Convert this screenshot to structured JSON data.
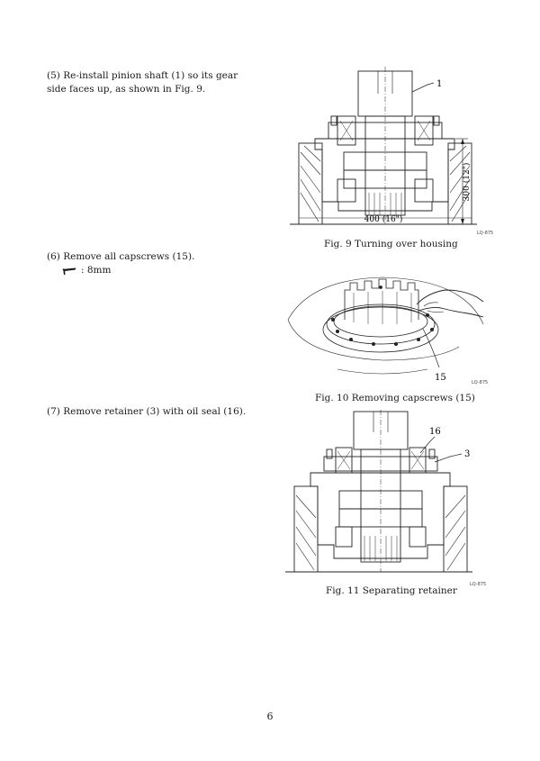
{
  "steps": [
    {
      "text": "(5) Re-install pinion shaft (1) so its gear side faces up, as shown in Fig. 9."
    },
    {
      "text": "(6) Remove all capscrews (15).",
      "wrench_icon": "socket-wrench-icon",
      "tool_size": ": 8mm"
    },
    {
      "text": "(7) Remove retainer (3) with oil seal (16)."
    }
  ],
  "figures": [
    {
      "caption": "Fig. 9  Turning over housing",
      "code": "LQ-875",
      "callouts": [
        "1"
      ],
      "dim_height": "300 (12\")",
      "dim_width": "400 (16\")"
    },
    {
      "caption": "Fig. 10  Removing capscrews (15)",
      "code": "LQ-875",
      "callouts": [
        "15"
      ]
    },
    {
      "caption": "Fig. 11  Separating retainer",
      "code": "LQ-875",
      "callouts": [
        "16",
        "3"
      ]
    }
  ],
  "page_number": "6"
}
